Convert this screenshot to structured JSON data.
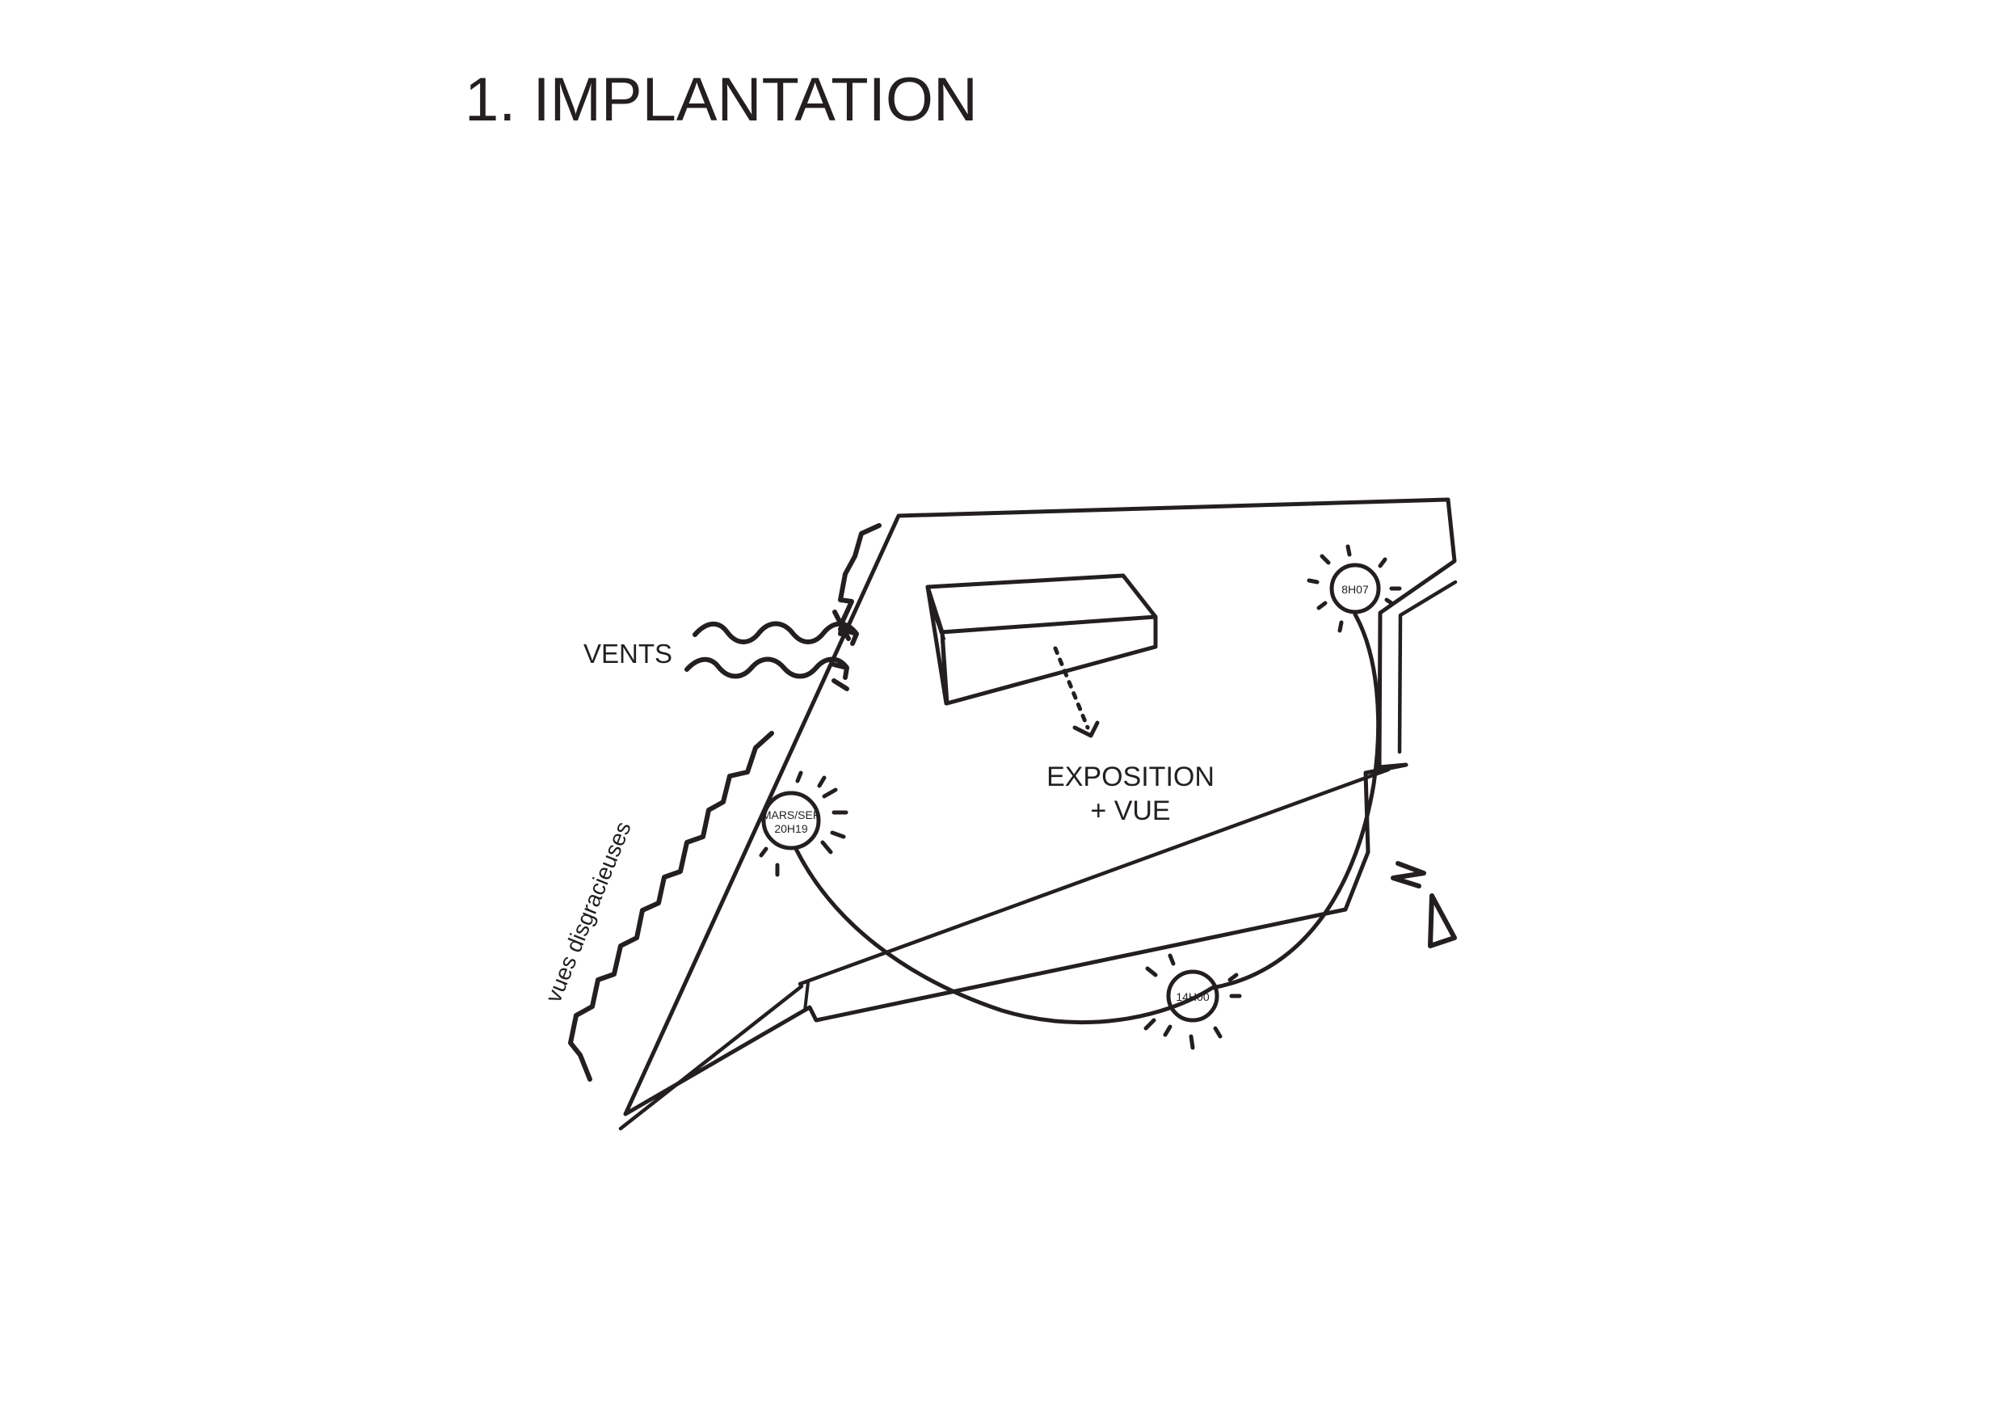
{
  "title": "1. IMPLANTATION",
  "labels": {
    "vents": "VENTS",
    "vues": "vues disgracieuses",
    "exposition_line1": "EXPOSITION",
    "exposition_line2": "+ VUE"
  },
  "sun_positions": [
    {
      "id": "sun-sunset",
      "line1": "MARS/SEP",
      "line2": "20H19"
    },
    {
      "id": "sun-noon",
      "line1": "14H00",
      "line2": ""
    },
    {
      "id": "sun-sunrise",
      "line1": "8H07",
      "line2": ""
    }
  ],
  "colors": {
    "ink": "#231f20",
    "background": "#ffffff"
  }
}
